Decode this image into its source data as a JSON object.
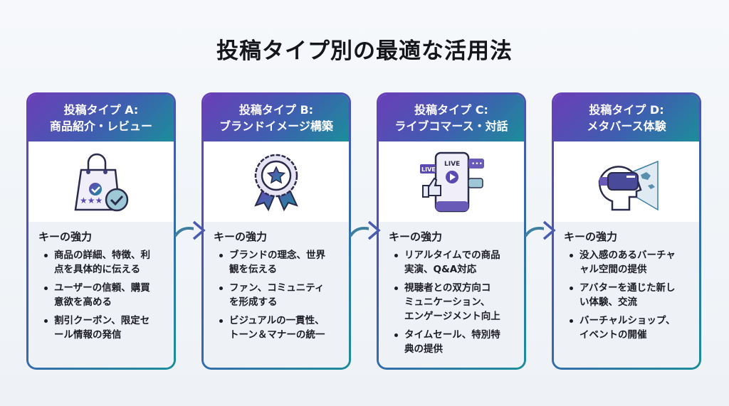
{
  "title": "投稿タイプ別の最適な活用法",
  "cards": [
    {
      "header1": "投稿タイプ A:",
      "header2": "商品紹介・レビュー",
      "icon": "shopping-bag-check-icon",
      "key_title": "キーの強力",
      "bullets": [
        "商品の詳細、特徴、利\n点を具体的に伝える",
        "ユーザーの信頼、購買\n意欲を高める",
        "割引クーポン、限定セ\nール情報の発信"
      ]
    },
    {
      "header1": "投稿タイプ B:",
      "header2": "ブランドイメージ構築",
      "icon": "award-badge-icon",
      "key_title": "キーの強力",
      "bullets": [
        "ブランドの理念、世界\n観を伝える",
        "ファン、コミュニティ\nを形成する",
        "ビジュアルの一貫性、\nトーン＆マナーの統一"
      ]
    },
    {
      "header1": "投稿タイプ C:",
      "header2": "ライブコマース・対話",
      "icon": "live-phone-icon",
      "key_title": "キーの強力",
      "live_label": "LIVE",
      "bullets": [
        "リアルタイムでの商品\n実演、Q&A対応",
        "視聴者との双方向コ\nミュニケーション、\nエンゲージメント向上",
        "タイムセール、特別特\n典の提供"
      ]
    },
    {
      "header1": "投稿タイプ D:",
      "header2": "メタバース体験",
      "icon": "vr-headset-icon",
      "key_title": "キーの強力",
      "bullets": [
        "没入感のあるバーチャ\nャル空間の提供",
        "アバターを通じた新し\nい体験、交流",
        "バーチャルショップ、\nイベントの開催"
      ]
    }
  ],
  "colors": {
    "purple": "#6a3fb8",
    "blue": "#3e5fb0",
    "teal": "#1b8e9a",
    "panel": "#eef1f6"
  }
}
